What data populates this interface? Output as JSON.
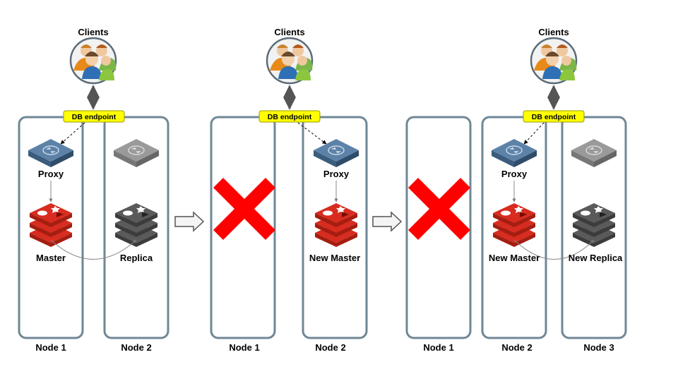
{
  "clients_label": "Clients",
  "endpoint_label": "DB endpoint",
  "proxy_label": "Proxy",
  "stage1": {
    "node_a": "Node 1",
    "node_b": "Node 2",
    "master": "Master",
    "replica": "Replica"
  },
  "stage2": {
    "node_a": "Node 1",
    "node_b": "Node 2",
    "master": "New Master"
  },
  "stage3": {
    "node_a": "Node 1",
    "node_b": "Node 2",
    "node_c": "Node 3",
    "master": "New Master",
    "replica": "New Replica"
  },
  "colors": {
    "node_border": "#6f8796",
    "endpoint_fill": "#ffff00",
    "proxy_active": "#4f7296",
    "proxy_inactive": "#8a8a8a",
    "redis_active": "#d82c20",
    "redis_inactive": "#555555",
    "failure_cross": "#ff0000"
  },
  "icons": [
    "clients-icon",
    "proxy-icon",
    "redis-icon",
    "failure-x-icon",
    "arrow-right-icon"
  ]
}
